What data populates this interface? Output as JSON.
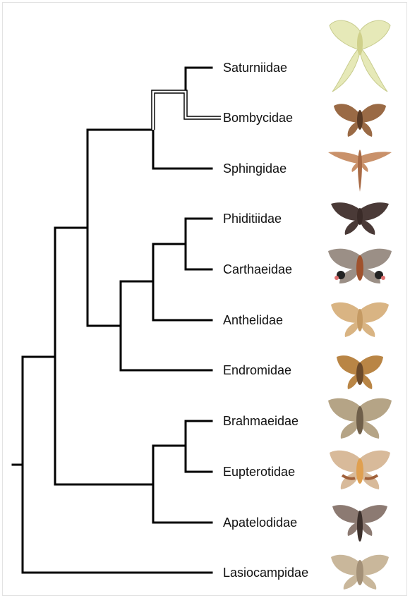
{
  "taxa": [
    {
      "name": "Saturniidae",
      "icon": "moth-photo",
      "wing_color": "#e6e9b8",
      "body_color": "#cfd08a"
    },
    {
      "name": "Bombycidae",
      "icon": "moth-photo",
      "wing_color": "#9a6a45",
      "body_color": "#5a3b26"
    },
    {
      "name": "Sphingidae",
      "icon": "moth-photo",
      "wing_color": "#c9916a",
      "body_color": "#a86a45"
    },
    {
      "name": "Phiditiidae",
      "icon": "moth-photo",
      "wing_color": "#4a3a37",
      "body_color": "#3a2b28"
    },
    {
      "name": "Carthaeidae",
      "icon": "moth-photo",
      "wing_color": "#9b8f86",
      "body_color": "#a0522d"
    },
    {
      "name": "Anthelidae",
      "icon": "moth-photo",
      "wing_color": "#d9b483",
      "body_color": "#c59a63"
    },
    {
      "name": "Endromidae",
      "icon": "moth-photo",
      "wing_color": "#b98545",
      "body_color": "#6b4a2b"
    },
    {
      "name": "Brahmaeidae",
      "icon": "moth-photo",
      "wing_color": "#b5a486",
      "body_color": "#6f5f4a"
    },
    {
      "name": "Eupterotidae",
      "icon": "moth-photo",
      "wing_color": "#d8ba9a",
      "body_color": "#e0a050"
    },
    {
      "name": "Apatelodidae",
      "icon": "moth-photo",
      "wing_color": "#8c7a72",
      "body_color": "#3c302c"
    },
    {
      "name": "Lasiocampidae",
      "icon": "moth-photo",
      "wing_color": "#c9b79b",
      "body_color": "#a39077"
    }
  ],
  "colors": {
    "branch": "#000000",
    "highlight_branch_outline": "#000000",
    "highlight_branch_fill": "#ffffff",
    "frame": "#e3e3e3"
  }
}
